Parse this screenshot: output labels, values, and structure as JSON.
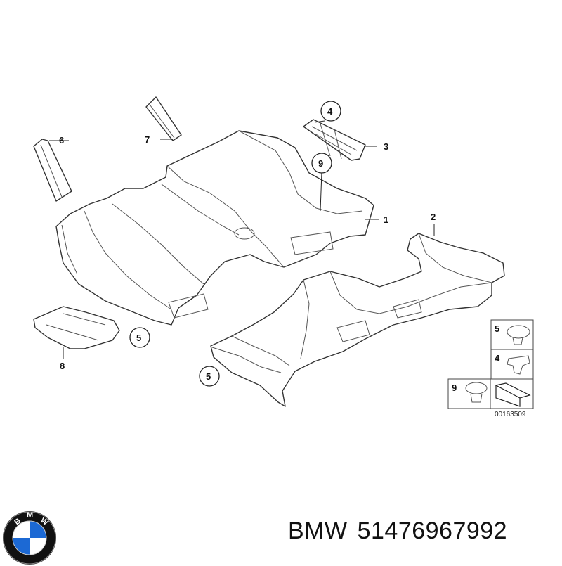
{
  "callouts": {
    "c1": "1",
    "c2": "2",
    "c3": "3",
    "c4": "4",
    "c5a": "5",
    "c5b": "5",
    "c6": "6",
    "c7": "7",
    "c8": "8",
    "c9": "9"
  },
  "legend": {
    "item5": "5",
    "item4": "4",
    "item9": "9"
  },
  "reference_number": "00163509",
  "footer": {
    "brand": "BMW",
    "part_number": "51476967992"
  },
  "logo": {
    "letters": "BMW",
    "colors": {
      "blue": "#1c69d4",
      "ring": "#111111"
    }
  },
  "colors": {
    "line": "#333333",
    "background": "#ffffff"
  }
}
